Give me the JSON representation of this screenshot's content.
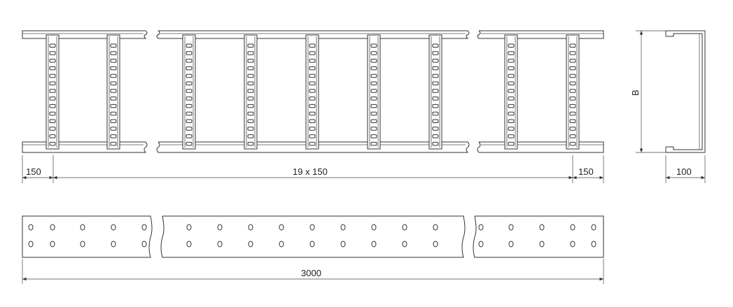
{
  "top_view": {
    "dim_left": "150",
    "dim_middle": "19 x 150",
    "dim_right": "150"
  },
  "section_view": {
    "height_label": "B",
    "width_label": "100"
  },
  "side_view": {
    "length_label": "3000"
  }
}
